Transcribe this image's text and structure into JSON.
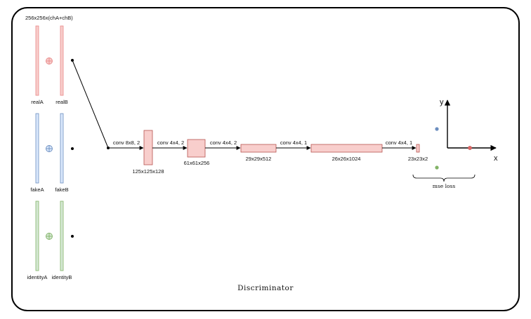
{
  "diagram": {
    "title": "Discriminator",
    "input_size": "256x256x(chA+chB)",
    "inputs": [
      {
        "left": "realA",
        "right": "realB",
        "color": "#e88888",
        "fill": "#f8cecc"
      },
      {
        "left": "fakeA",
        "right": "fakeB",
        "color": "#6c8ebf",
        "fill": "#dae8fc"
      },
      {
        "left": "identityA",
        "right": "identityB",
        "color": "#82b366",
        "fill": "#d5e8d4"
      }
    ],
    "layers": [
      {
        "op": "conv 8x8, 2",
        "size": "125x125x128"
      },
      {
        "op": "conv 4x4, 2",
        "size": "61x61x256"
      },
      {
        "op": "conv 4x4, 2",
        "size": "29x29x512"
      },
      {
        "op": "conv 4x4, 1",
        "size": "26x26x1024"
      },
      {
        "op": "conv 4x4, 1",
        "size": "23x23x2"
      }
    ],
    "loss_label": "mse loss",
    "axis_y": "y",
    "axis_x": "x",
    "colors": {
      "layer_fill": "#f8cecc",
      "layer_stroke": "#b85450",
      "point_blue": "#6c8ebf",
      "point_green": "#82b366",
      "point_red": "#b85450"
    }
  }
}
